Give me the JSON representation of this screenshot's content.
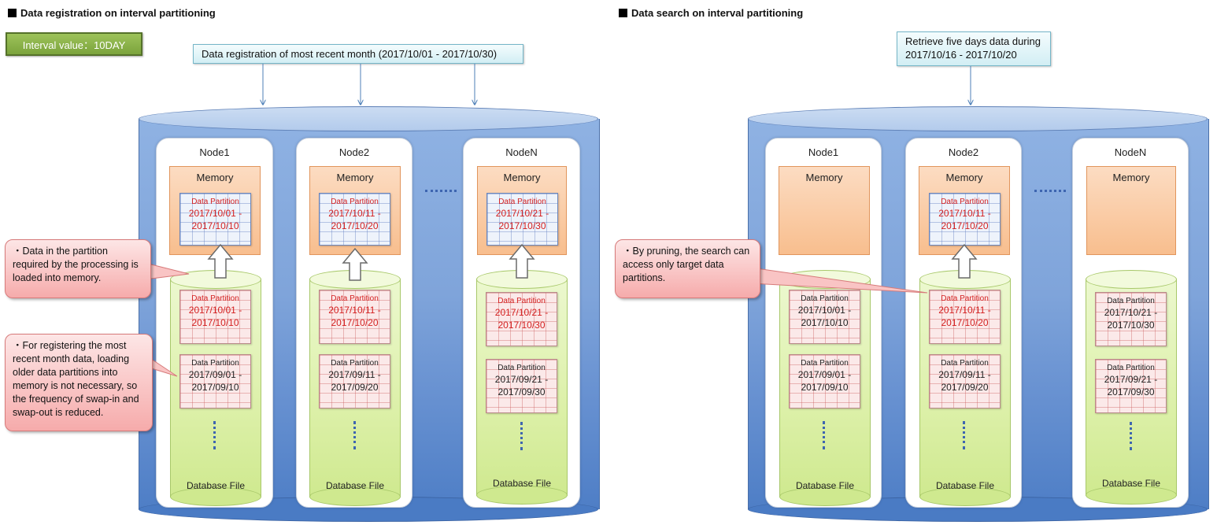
{
  "left": {
    "heading": "Data registration on interval partitioning",
    "interval_label": "Interval value：10DAY",
    "top_label": "Data registration of most recent month (2017/10/01  - 2017/10/30)",
    "callout_load": "・Data in the partition required by the processing is loaded into memory.",
    "callout_swap": "・For registering the most recent month data, loading older data partitions into memory is not necessary, so the frequency of swap-in and swap-out is reduced.",
    "nodes": [
      {
        "title": "Node1",
        "memory": "Memory",
        "mem_partition": {
          "title": "Data Partition",
          "start": "2017/10/01  -",
          "end": "2017/10/10"
        },
        "db_partitions": [
          {
            "title": "Data Partition",
            "start": "2017/10/01  -",
            "end": "2017/10/10"
          },
          {
            "title": "Data Partition",
            "start": "2017/09/01  -",
            "end": "2017/09/10"
          }
        ],
        "db_label": "Database File"
      },
      {
        "title": "Node2",
        "memory": "Memory",
        "mem_partition": {
          "title": "Data Partition",
          "start": "2017/10/11  -",
          "end": "2017/10/20"
        },
        "db_partitions": [
          {
            "title": "Data Partition",
            "start": "2017/10/11  -",
            "end": "2017/10/20"
          },
          {
            "title": "Data Partition",
            "start": "2017/09/11  -",
            "end": "2017/09/20"
          }
        ],
        "db_label": "Database File"
      },
      {
        "title": "NodeN",
        "memory": "Memory",
        "mem_partition": {
          "title": "Data Partition",
          "start": "2017/10/21  -",
          "end": "2017/10/30"
        },
        "db_partitions": [
          {
            "title": "Data Partition",
            "start": "2017/10/21  -",
            "end": "2017/10/30"
          },
          {
            "title": "Data Partition",
            "start": "2017/09/21  -",
            "end": "2017/09/30"
          }
        ],
        "db_label": "Database File"
      }
    ]
  },
  "right": {
    "heading": "Data search on interval partitioning",
    "top_label": "Retrieve five days data during 2017/10/16  - 2017/10/20",
    "callout_prune": "・By pruning, the search can access only target data partitions.",
    "nodes": [
      {
        "title": "Node1",
        "memory": "Memory",
        "db_partitions": [
          {
            "title": "Data Partition",
            "start": "2017/10/01  -",
            "end": "2017/10/10"
          },
          {
            "title": "Data Partition",
            "start": "2017/09/01  -",
            "end": "2017/09/10"
          }
        ],
        "db_label": "Database File"
      },
      {
        "title": "Node2",
        "memory": "Memory",
        "mem_partition": {
          "title": "Data Partition",
          "start": "2017/10/11  -",
          "end": "2017/10/20"
        },
        "db_partitions": [
          {
            "title": "Data Partition",
            "start": "2017/10/11  -",
            "end": "2017/10/20"
          },
          {
            "title": "Data Partition",
            "start": "2017/09/11  -",
            "end": "2017/09/20"
          }
        ],
        "db_label": "Database File"
      },
      {
        "title": "NodeN",
        "memory": "Memory",
        "db_partitions": [
          {
            "title": "Data Partition",
            "start": "2017/10/21  -",
            "end": "2017/10/30"
          },
          {
            "title": "Data Partition",
            "start": "2017/09/21  -",
            "end": "2017/09/30"
          }
        ],
        "db_label": "Database File"
      }
    ]
  },
  "colors": {
    "partition_text_highlight": "#d42020",
    "interval_box": "#8db44a",
    "callout": "#f6abab",
    "cylinder": "#7fa4da",
    "memory": "#f8be8e",
    "database": "#dcf0a8"
  }
}
